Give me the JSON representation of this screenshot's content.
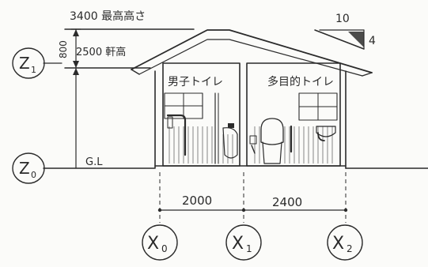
{
  "elevations": {
    "max_height_label": "3400 最高高さ",
    "eave_height_label": "2500 軒高",
    "offset_dim": "800",
    "ground_label": "G.L"
  },
  "roof_slope": {
    "run": "10",
    "rise": "4"
  },
  "rooms": {
    "left_label": "男子トイレ",
    "right_label": "多目的トイレ"
  },
  "dimensions": {
    "left_span": "2000",
    "right_span": "2400"
  },
  "grid_x": {
    "x0": "X",
    "x0_sub": "0",
    "x1": "X",
    "x1_sub": "1",
    "x2": "X",
    "x2_sub": "2"
  },
  "grid_z": {
    "z1": "Z",
    "z1_sub": "1",
    "z0": "Z",
    "z0_sub": "0"
  },
  "colors": {
    "ink": "#2b2b2b",
    "paper": "#fbfbf9"
  }
}
